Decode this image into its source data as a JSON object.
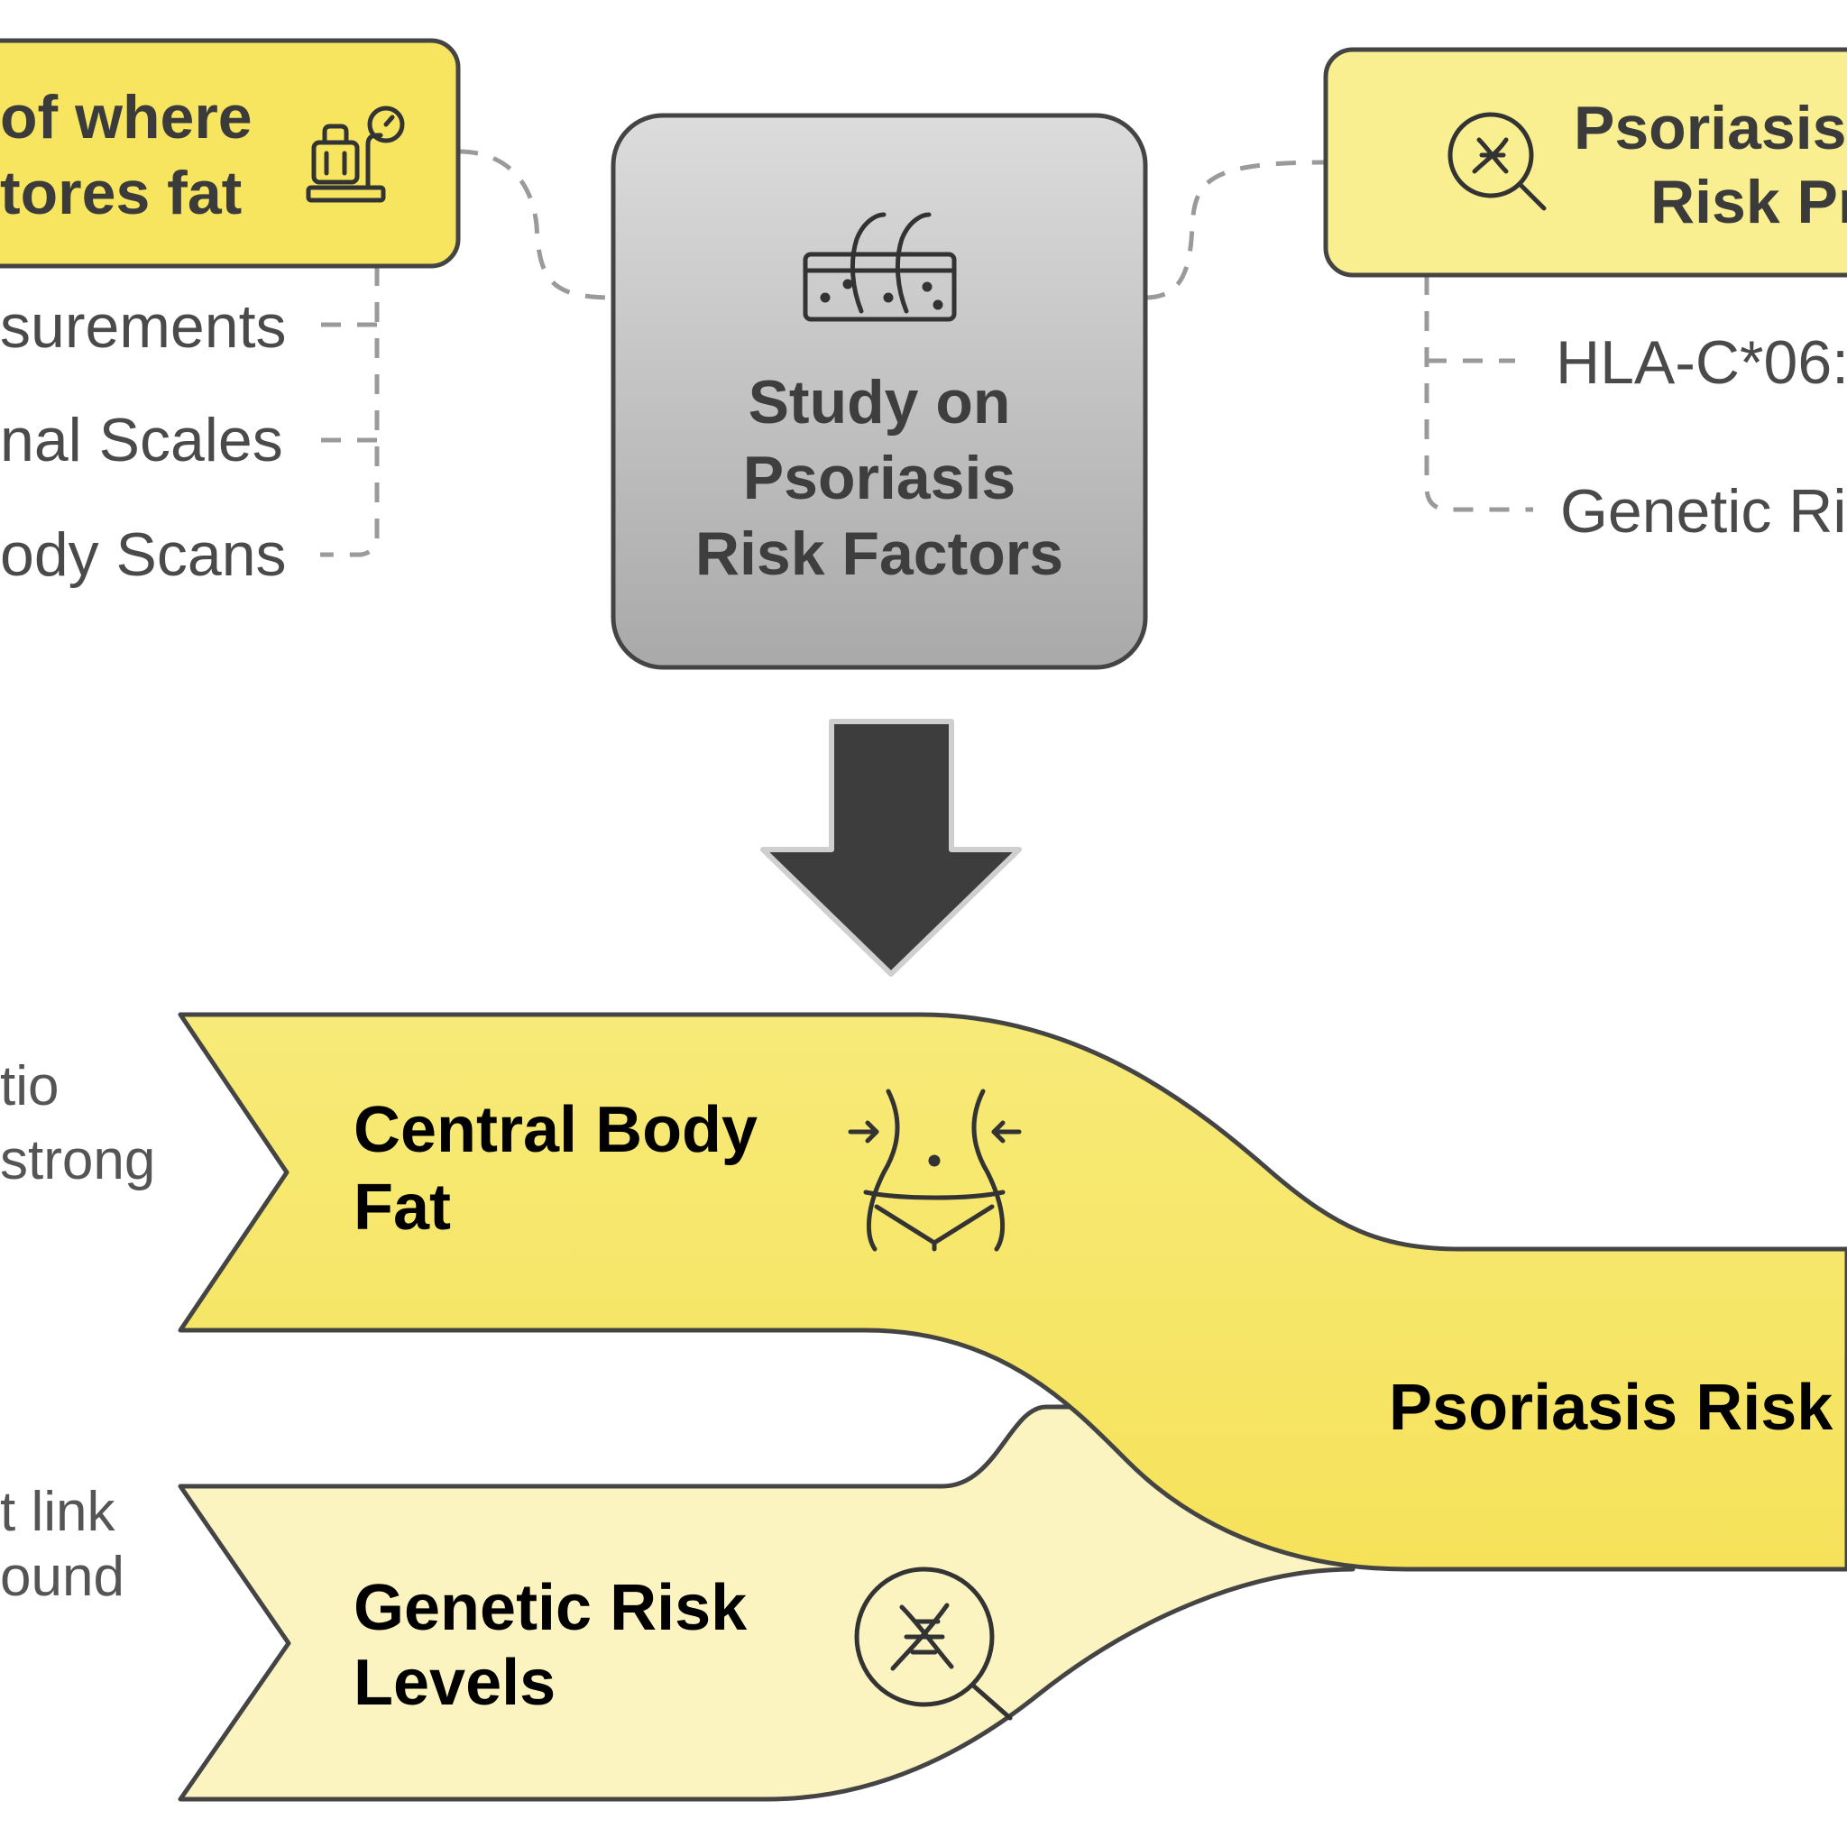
{
  "colors": {
    "yellow_card": "#f7e760",
    "yellow_card_light": "#f9f0a0",
    "gray_card": "#c2c2c2",
    "band_upper": "#f5e356",
    "band_lower": "#fbf3c0",
    "arrow": "#3d3d3d",
    "outline": "#454545"
  },
  "left_card": {
    "line1": "of where",
    "line2": "tores fat",
    "icon": "scale-icon"
  },
  "left_items": [
    "surements",
    "nal Scales",
    "ody Scans"
  ],
  "center_card": {
    "lines": [
      "Study on",
      "Psoriasis",
      "Risk Factors"
    ],
    "icon": "skin-hair-icon"
  },
  "right_card": {
    "line1": "Psoriasis",
    "line2": "Risk Pr",
    "icon": "dna-search-icon"
  },
  "right_items": [
    "HLA-C*06:",
    "Genetic Ri"
  ],
  "central_arrow": {
    "icon": "down-arrow-icon"
  },
  "band_central": {
    "line1": "Central Body",
    "line2": "Fat",
    "icon": "waist-icon"
  },
  "band_genetic": {
    "line1": "Genetic Risk",
    "line2": "Levels",
    "icon": "dna-search-icon"
  },
  "merged_band": {
    "label": "Psoriasis Risk"
  },
  "edge_notes": {
    "upper": [
      "tio",
      "strong"
    ],
    "lower": [
      "t link",
      "ound"
    ]
  }
}
